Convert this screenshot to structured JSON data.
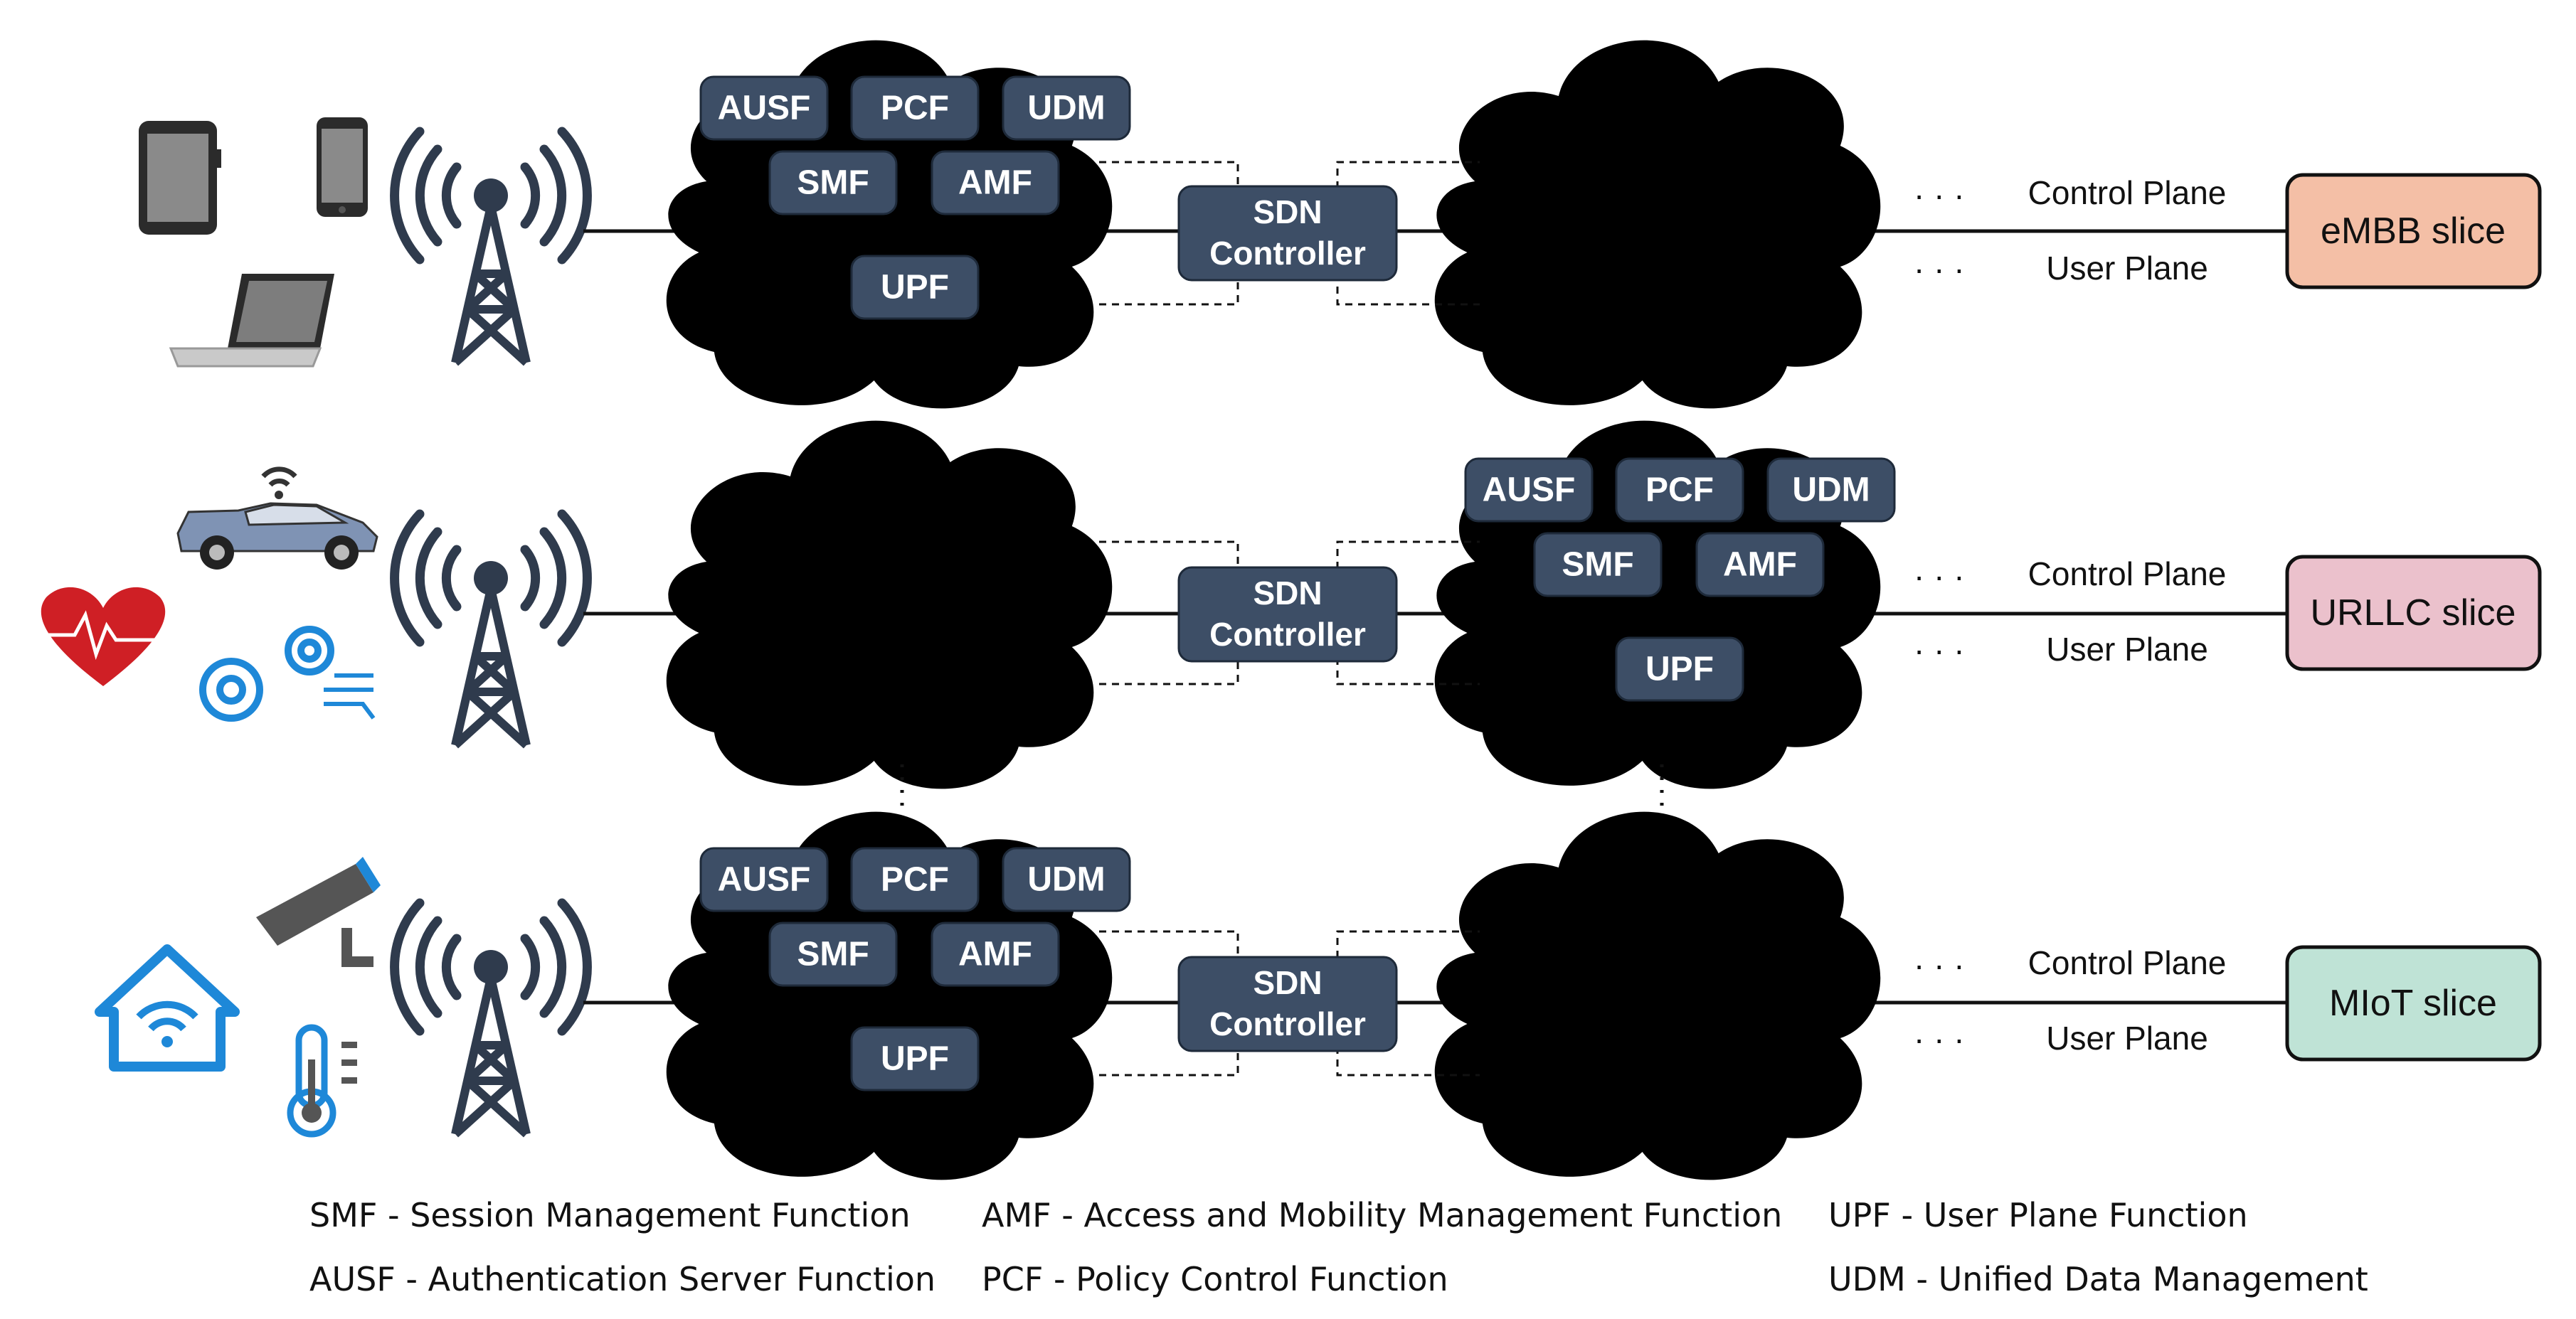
{
  "rows": [
    {
      "nf": {
        "ausf": "AUSF",
        "pcf": "PCF",
        "udm": "UDM",
        "smf": "SMF",
        "amf": "AMF",
        "upf": "UPF"
      },
      "sdn": [
        "SDN",
        "Controller"
      ],
      "control_plane": "Control Plane",
      "user_plane": "User Plane",
      "dots": "· · ·",
      "slice": "eMBB slice",
      "slice_color": "#f4bfa6",
      "devices": [
        "tablet-icon",
        "smartphone-icon",
        "laptop-icon"
      ]
    },
    {
      "nf": {
        "ausf": "AUSF",
        "pcf": "PCF",
        "udm": "UDM",
        "smf": "SMF",
        "amf": "AMF",
        "upf": "UPF"
      },
      "sdn": [
        "SDN",
        "Controller"
      ],
      "control_plane": "Control Plane",
      "user_plane": "User Plane",
      "dots": "· · ·",
      "slice": "URLLC slice",
      "slice_color": "#ebc1cc",
      "devices": [
        "connected-car-icon",
        "heartbeat-icon",
        "industrial-gears-icon"
      ]
    },
    {
      "nf": {
        "ausf": "AUSF",
        "pcf": "PCF",
        "udm": "UDM",
        "smf": "SMF",
        "amf": "AMF",
        "upf": "UPF"
      },
      "sdn": [
        "SDN",
        "Controller"
      ],
      "control_plane": "Control Plane",
      "user_plane": "User Plane",
      "dots": "· · ·",
      "slice": "MIoT slice",
      "slice_color": "#bfe3d6",
      "devices": [
        "smart-home-icon",
        "security-camera-icon",
        "thermometer-icon"
      ]
    }
  ],
  "legend": [
    "SMF - Session Management Function",
    "AMF - Access and Mobility Management Function",
    "UPF - User Plane Function",
    "AUSF - Authentication Server Function",
    "PCF - Policy Control Function",
    "UDM - Unified Data Management"
  ],
  "colors": {
    "nf_box": "#3d4e66",
    "cloud": "#ebebeb",
    "tower": "#2f3b4d",
    "iot_blue": "#1e88d8"
  }
}
